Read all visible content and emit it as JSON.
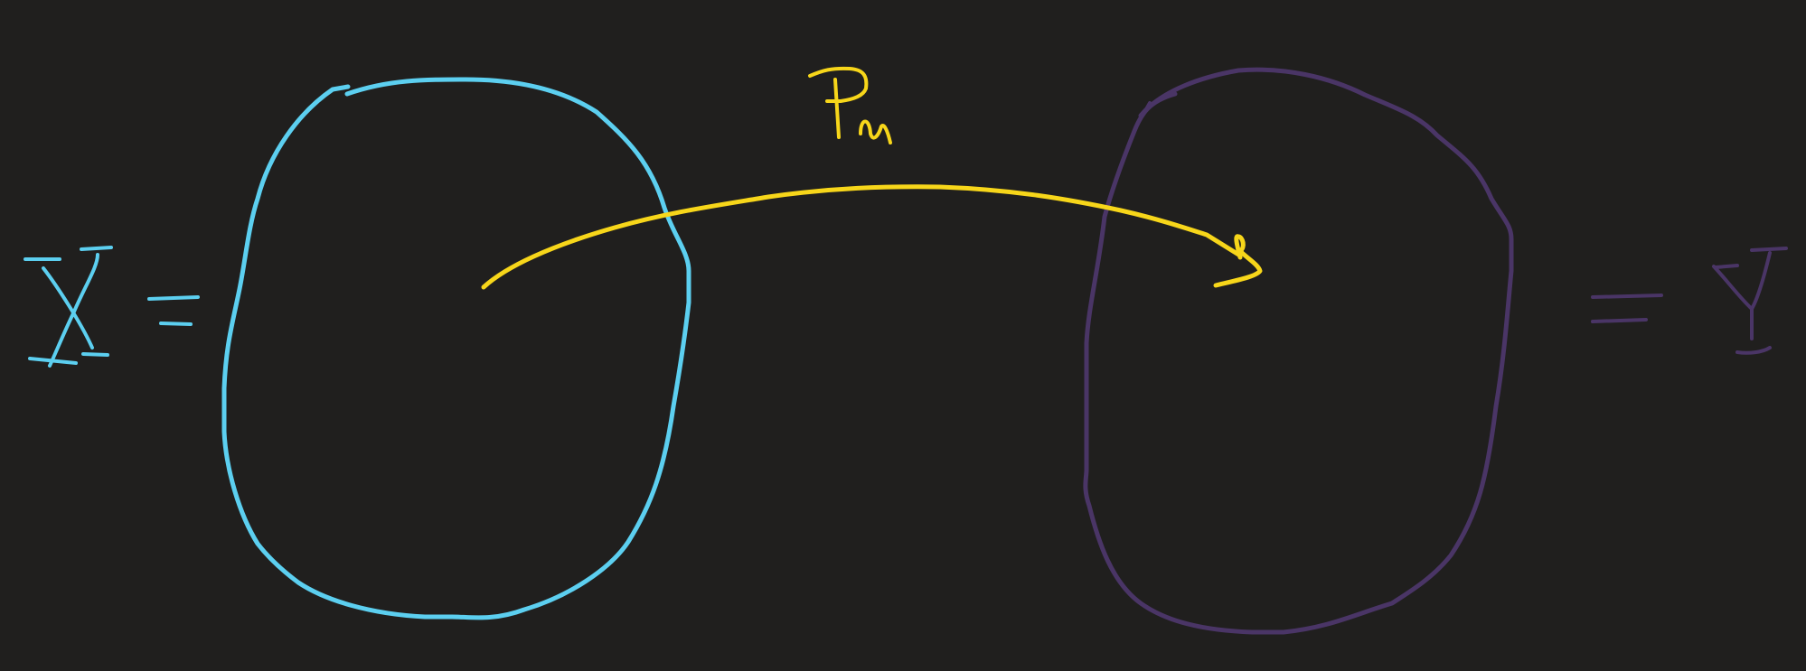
{
  "canvas": {
    "background": "#201f1e"
  },
  "colors": {
    "domain": "#5ccff0",
    "codomain": "#4a3566",
    "mapping": "#f7d61a"
  },
  "labels": {
    "domain_label": "X",
    "domain_equals": "=",
    "codomain_equals": "=",
    "codomain_label": "Y",
    "mapping_label": "Pn"
  }
}
